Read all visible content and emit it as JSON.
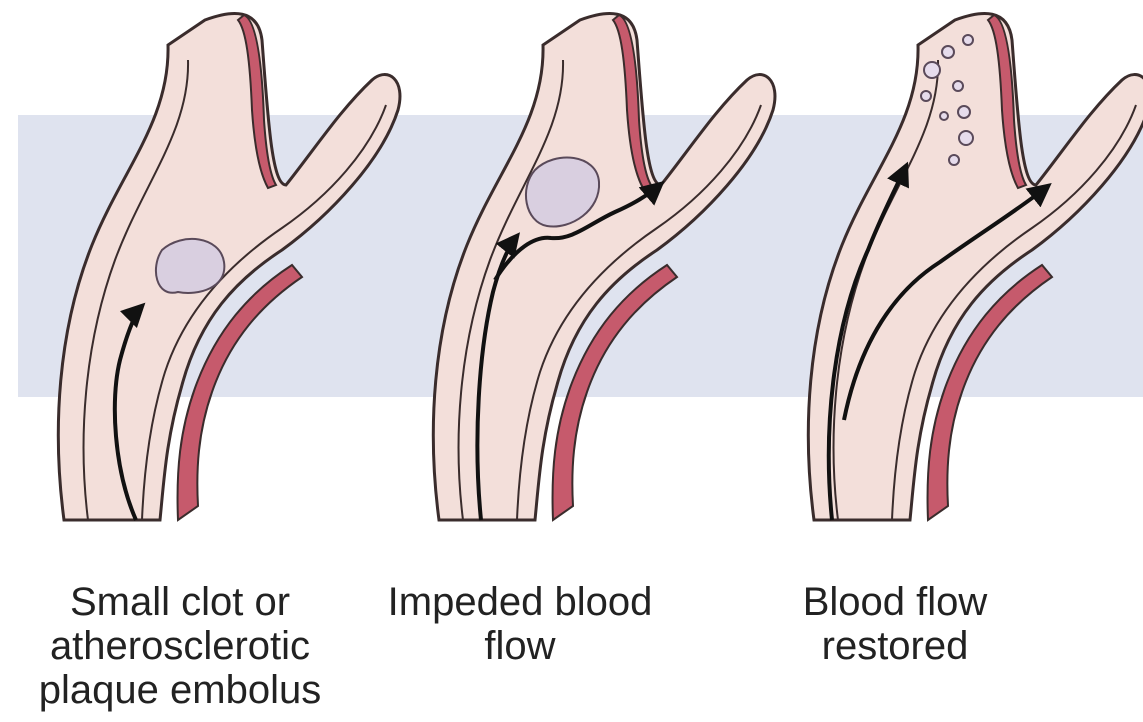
{
  "colors": {
    "band": "#dfe3ef",
    "vessel_fill": "#f3dfda",
    "vessel_outline": "#3a2c2c",
    "vessel_wall": "#f6e6e1",
    "vessel_muscle": "#c65a6c",
    "clot_fill": "#d9cfe0",
    "arrow": "#111111"
  },
  "panels": [
    {
      "id": "clot",
      "icons": [
        "vessel",
        "clot",
        "flow-arrow"
      ],
      "caption_lines": [
        "Small clot or",
        "atherosclerotic",
        "plaque embolus"
      ]
    },
    {
      "id": "impeded",
      "icons": [
        "vessel",
        "clot",
        "flow-arrow",
        "diverted-flow-arrow"
      ],
      "caption_lines": [
        "Impeded blood",
        "flow"
      ]
    },
    {
      "id": "restored",
      "icons": [
        "vessel",
        "clot-fragments",
        "flow-arrow",
        "flow-arrow"
      ],
      "caption_lines": [
        "Blood flow",
        "restored"
      ]
    }
  ]
}
